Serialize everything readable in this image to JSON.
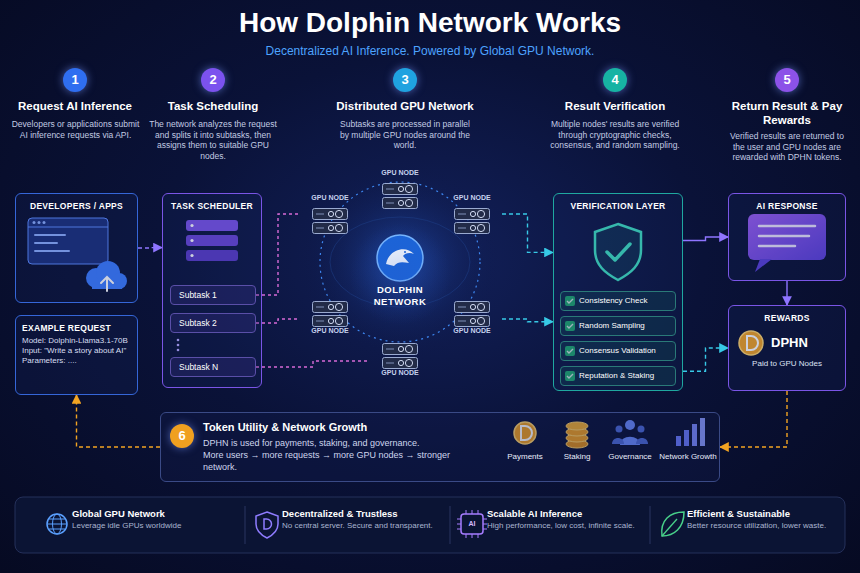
{
  "diagram": {
    "title": "How Dolphin Network Works",
    "nodes": [
      {
        "text": [
          "DEVELOPERS / APPS"
        ]
      },
      {
        "text": [
          "EXAMPLE REQUEST",
          "Model: Dolphin-Llama3.1-70B",
          "Input: \"Write a story about AI\"",
          "Parameters: ...."
        ]
      },
      {
        "text": [
          "TASK SCHEDULER"
        ]
      },
      {
        "text": [
          "Subtask 1"
        ],
        "in": 2
      },
      {
        "text": [
          "Subtask 2"
        ],
        "in": 2
      },
      {
        "text": [
          "Subtask N"
        ],
        "in": 2
      },
      {
        "text": [
          "DOLPHIN NETWORK"
        ]
      },
      {
        "text": [
          "GPU NODE"
        ]
      },
      {
        "text": [
          "GPU NODE"
        ]
      },
      {
        "text": [
          "GPU NODE"
        ]
      },
      {
        "text": [
          "GPU NODE"
        ]
      },
      {
        "text": [
          "GPU NODE"
        ]
      },
      {
        "text": [
          "GPU NODE"
        ]
      },
      {
        "text": [
          "VERIFICATION LAYER"
        ]
      },
      {
        "text": [
          "Consistency Check"
        ],
        "in": 13
      },
      {
        "text": [
          "Random Sampling"
        ],
        "in": 13
      },
      {
        "text": [
          "Consensus Validation"
        ],
        "in": 13
      },
      {
        "text": [
          "Reputation & Staking"
        ],
        "in": 13
      },
      {
        "text": [
          "AI RESPONSE"
        ]
      },
      {
        "text": [
          "REWARDS",
          "DPHN",
          "Paid to GPU Nodes"
        ]
      },
      {
        "text": [
          "Token Utility & Network Growth",
          "DPHN is used for payments, staking, and governance.",
          "More users → more requests → more GPU nodes → stronger network."
        ]
      },
      {
        "text": [
          "Global GPU Network",
          "Leverage idle GPUs worldwide"
        ]
      },
      {
        "text": [
          "Decentralized & Trustless",
          "No central server. Secure and transparent."
        ]
      },
      {
        "text": [
          "Scalable AI Inference",
          "High performance, low cost, infinite scale."
        ]
      },
      {
        "text": [
          "Efficient & Sustainable",
          "Better resource utilization, lower waste."
        ]
      }
    ],
    "edges": [
      {
        "from": 0,
        "to": 2,
        "arrow": "to"
      },
      {
        "from": 3,
        "to": 8,
        "arrow": "none"
      },
      {
        "from": 4,
        "to": 10,
        "arrow": "none"
      },
      {
        "from": 5,
        "to": 12,
        "arrow": "none"
      },
      {
        "from": 9,
        "to": 13,
        "arrow": "to"
      },
      {
        "from": 11,
        "to": 13,
        "arrow": "to"
      },
      {
        "from": 13,
        "to": 18,
        "arrow": "to"
      },
      {
        "from": 18,
        "to": 19,
        "arrow": "to"
      },
      {
        "from": 13,
        "to": 19,
        "arrow": "to"
      },
      {
        "from": 19,
        "to": 20,
        "arrow": "to"
      },
      {
        "from": 20,
        "to": 1,
        "arrow": "to"
      }
    ],
    "labels": [
      "Decentralized AI Inference. Powered by Global GPU Network.",
      "1",
      "Request AI Inference",
      "Developers or applications submit AI inference requests via API.",
      "2",
      "Task Scheduling",
      "The network analyzes the request and splits it into subtasks, then assigns them to suitable GPU nodes.",
      "3",
      "Distributed GPU Network",
      "Subtasks are processed in parallel by multiple GPU nodes around the world.",
      "4",
      "Result Verification",
      "Multiple nodes' results are verified through cryptographic checks, consensus, and random sampling.",
      "5",
      "Return Result & Pay Rewards",
      "Verified results are returned to the user and GPU nodes are rewarded with DPHN tokens.",
      "6",
      "Payments",
      "Staking",
      "Governance",
      "Network Growth",
      "AI"
    ]
  }
}
